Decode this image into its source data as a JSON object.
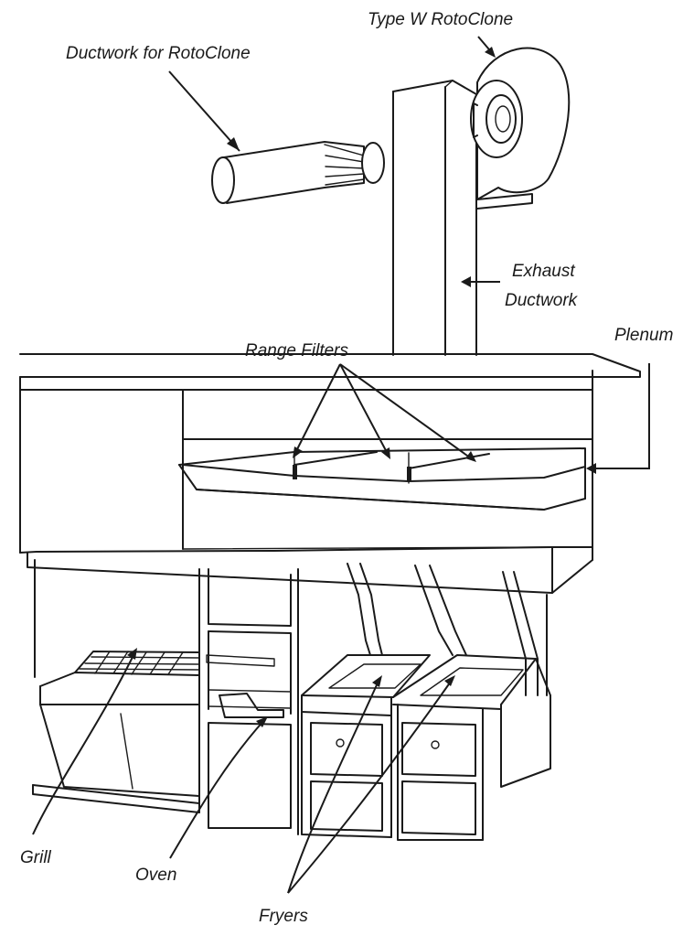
{
  "labels": {
    "rotoclone": "Type W RotoClone",
    "ductwork": "Ductwork for RotoClone",
    "exhaust_line1": "Exhaust",
    "exhaust_line2": "Ductwork",
    "range_filters": "Range Filters",
    "plenum": "Plenum",
    "grill": "Grill",
    "oven": "Oven",
    "fryers": "Fryers"
  }
}
